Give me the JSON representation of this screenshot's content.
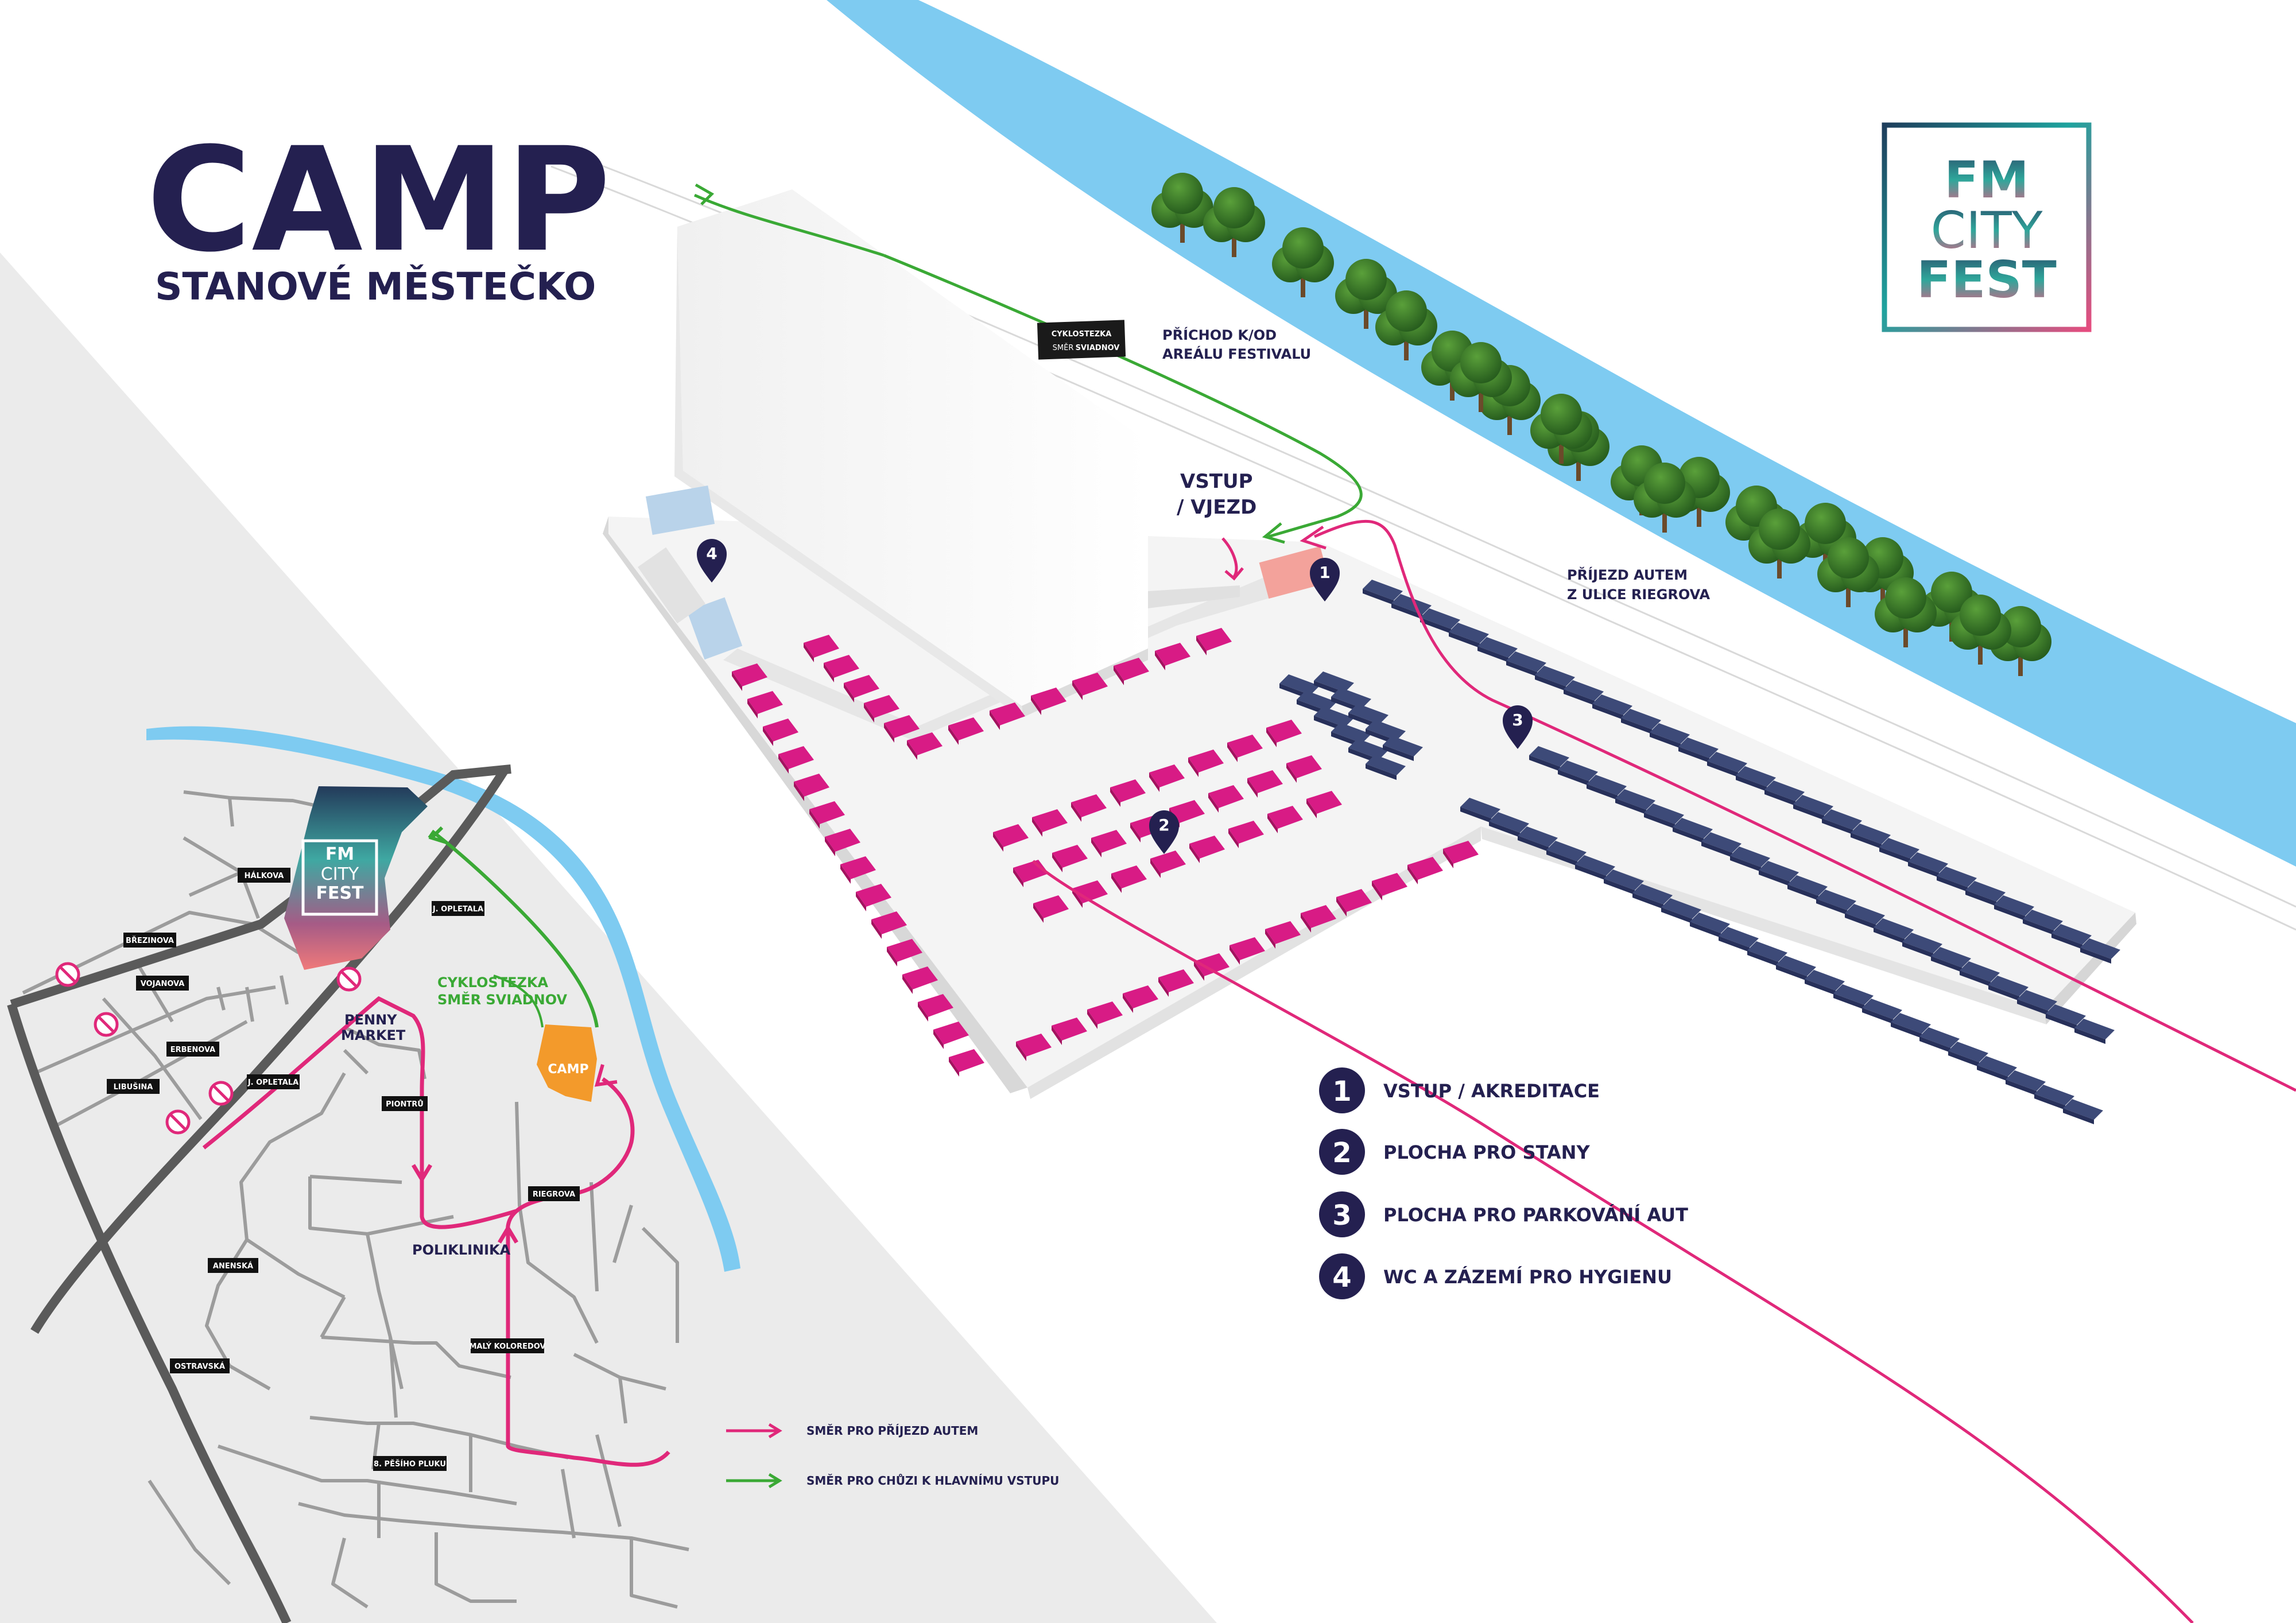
{
  "header": {
    "title": "CAMP",
    "subtitle": "STANOVÉ MĚSTEČKO"
  },
  "logo": {
    "line1": "FM",
    "line2": "CITY",
    "line3": "FEST"
  },
  "camp_plan": {
    "cycle_tag": {
      "line1": "CYKLOSTEZKA",
      "line2_small": "SMĚR",
      "line2_bold": "SVIADNOV"
    },
    "label_walk": {
      "line1": "PŘÍCHOD K/OD",
      "line2": "AREÁLU FESTIVALU"
    },
    "label_entry": {
      "line1": "VSTUP",
      "line2": "/ VJEZD"
    },
    "label_car": {
      "line1": "PŘÍJEZD AUTEM",
      "line2": "Z ULICE RIEGROVA"
    },
    "markers": [
      "1",
      "2",
      "3",
      "4"
    ]
  },
  "legend": [
    {
      "number": "1",
      "label": "VSTUP / AKREDITACE"
    },
    {
      "number": "2",
      "label": "PLOCHA PRO STANY"
    },
    {
      "number": "3",
      "label": "PLOCHA PRO PARKOVÁNÍ AUT"
    },
    {
      "number": "4",
      "label": "WC A ZÁZEMÍ PRO HYGIENU"
    }
  ],
  "city_map": {
    "logo": {
      "line1": "FM",
      "line2": "CITY",
      "line3": "FEST"
    },
    "camp_label": "CAMP",
    "cycle_label": {
      "line1": "CYKLOSTEZKA",
      "line2": "SMĚR SVIADNOV"
    },
    "penny_label": {
      "line1": "PENNY",
      "line2": "MARKET"
    },
    "poliklinika_label": "POLIKLINIKA",
    "streets": {
      "halkova": "HÁLKOVA",
      "opletala_top": "J. OPLETALA",
      "brezinova": "BŘEZINOVA",
      "vojanova": "VOJANOVA",
      "erbenova": "ERBENOVA",
      "libusina": "LIBUŠINA",
      "opletala_mid": "J. OPLETALA",
      "piontru": "PIONTRŮ",
      "riegrova": "RIEGROVA",
      "anenska": "ANENSKÁ",
      "maly_koloredov": "MALÝ KOLOREDOV",
      "ostravska": "OSTRAVSKÁ",
      "pesiho_pluku": "8. PĚŠÍHO PLUKU"
    },
    "legend": {
      "car": "SMĚR PRO PŘÍJEZD AUTEM",
      "walk": "SMĚR PRO CHŮZI K HLAVNÍMU VSTUPU"
    }
  },
  "colors": {
    "navy": "#242050",
    "magenta": "#e0287a",
    "green": "#3aa935",
    "river": "#7ecbf1",
    "orange": "#f39a2b",
    "tent": "#d81b85",
    "car": "#3d4a78",
    "map_bg": "#ebebeb",
    "street": "#9c9c9c",
    "main_road": "#5a5a5a"
  }
}
